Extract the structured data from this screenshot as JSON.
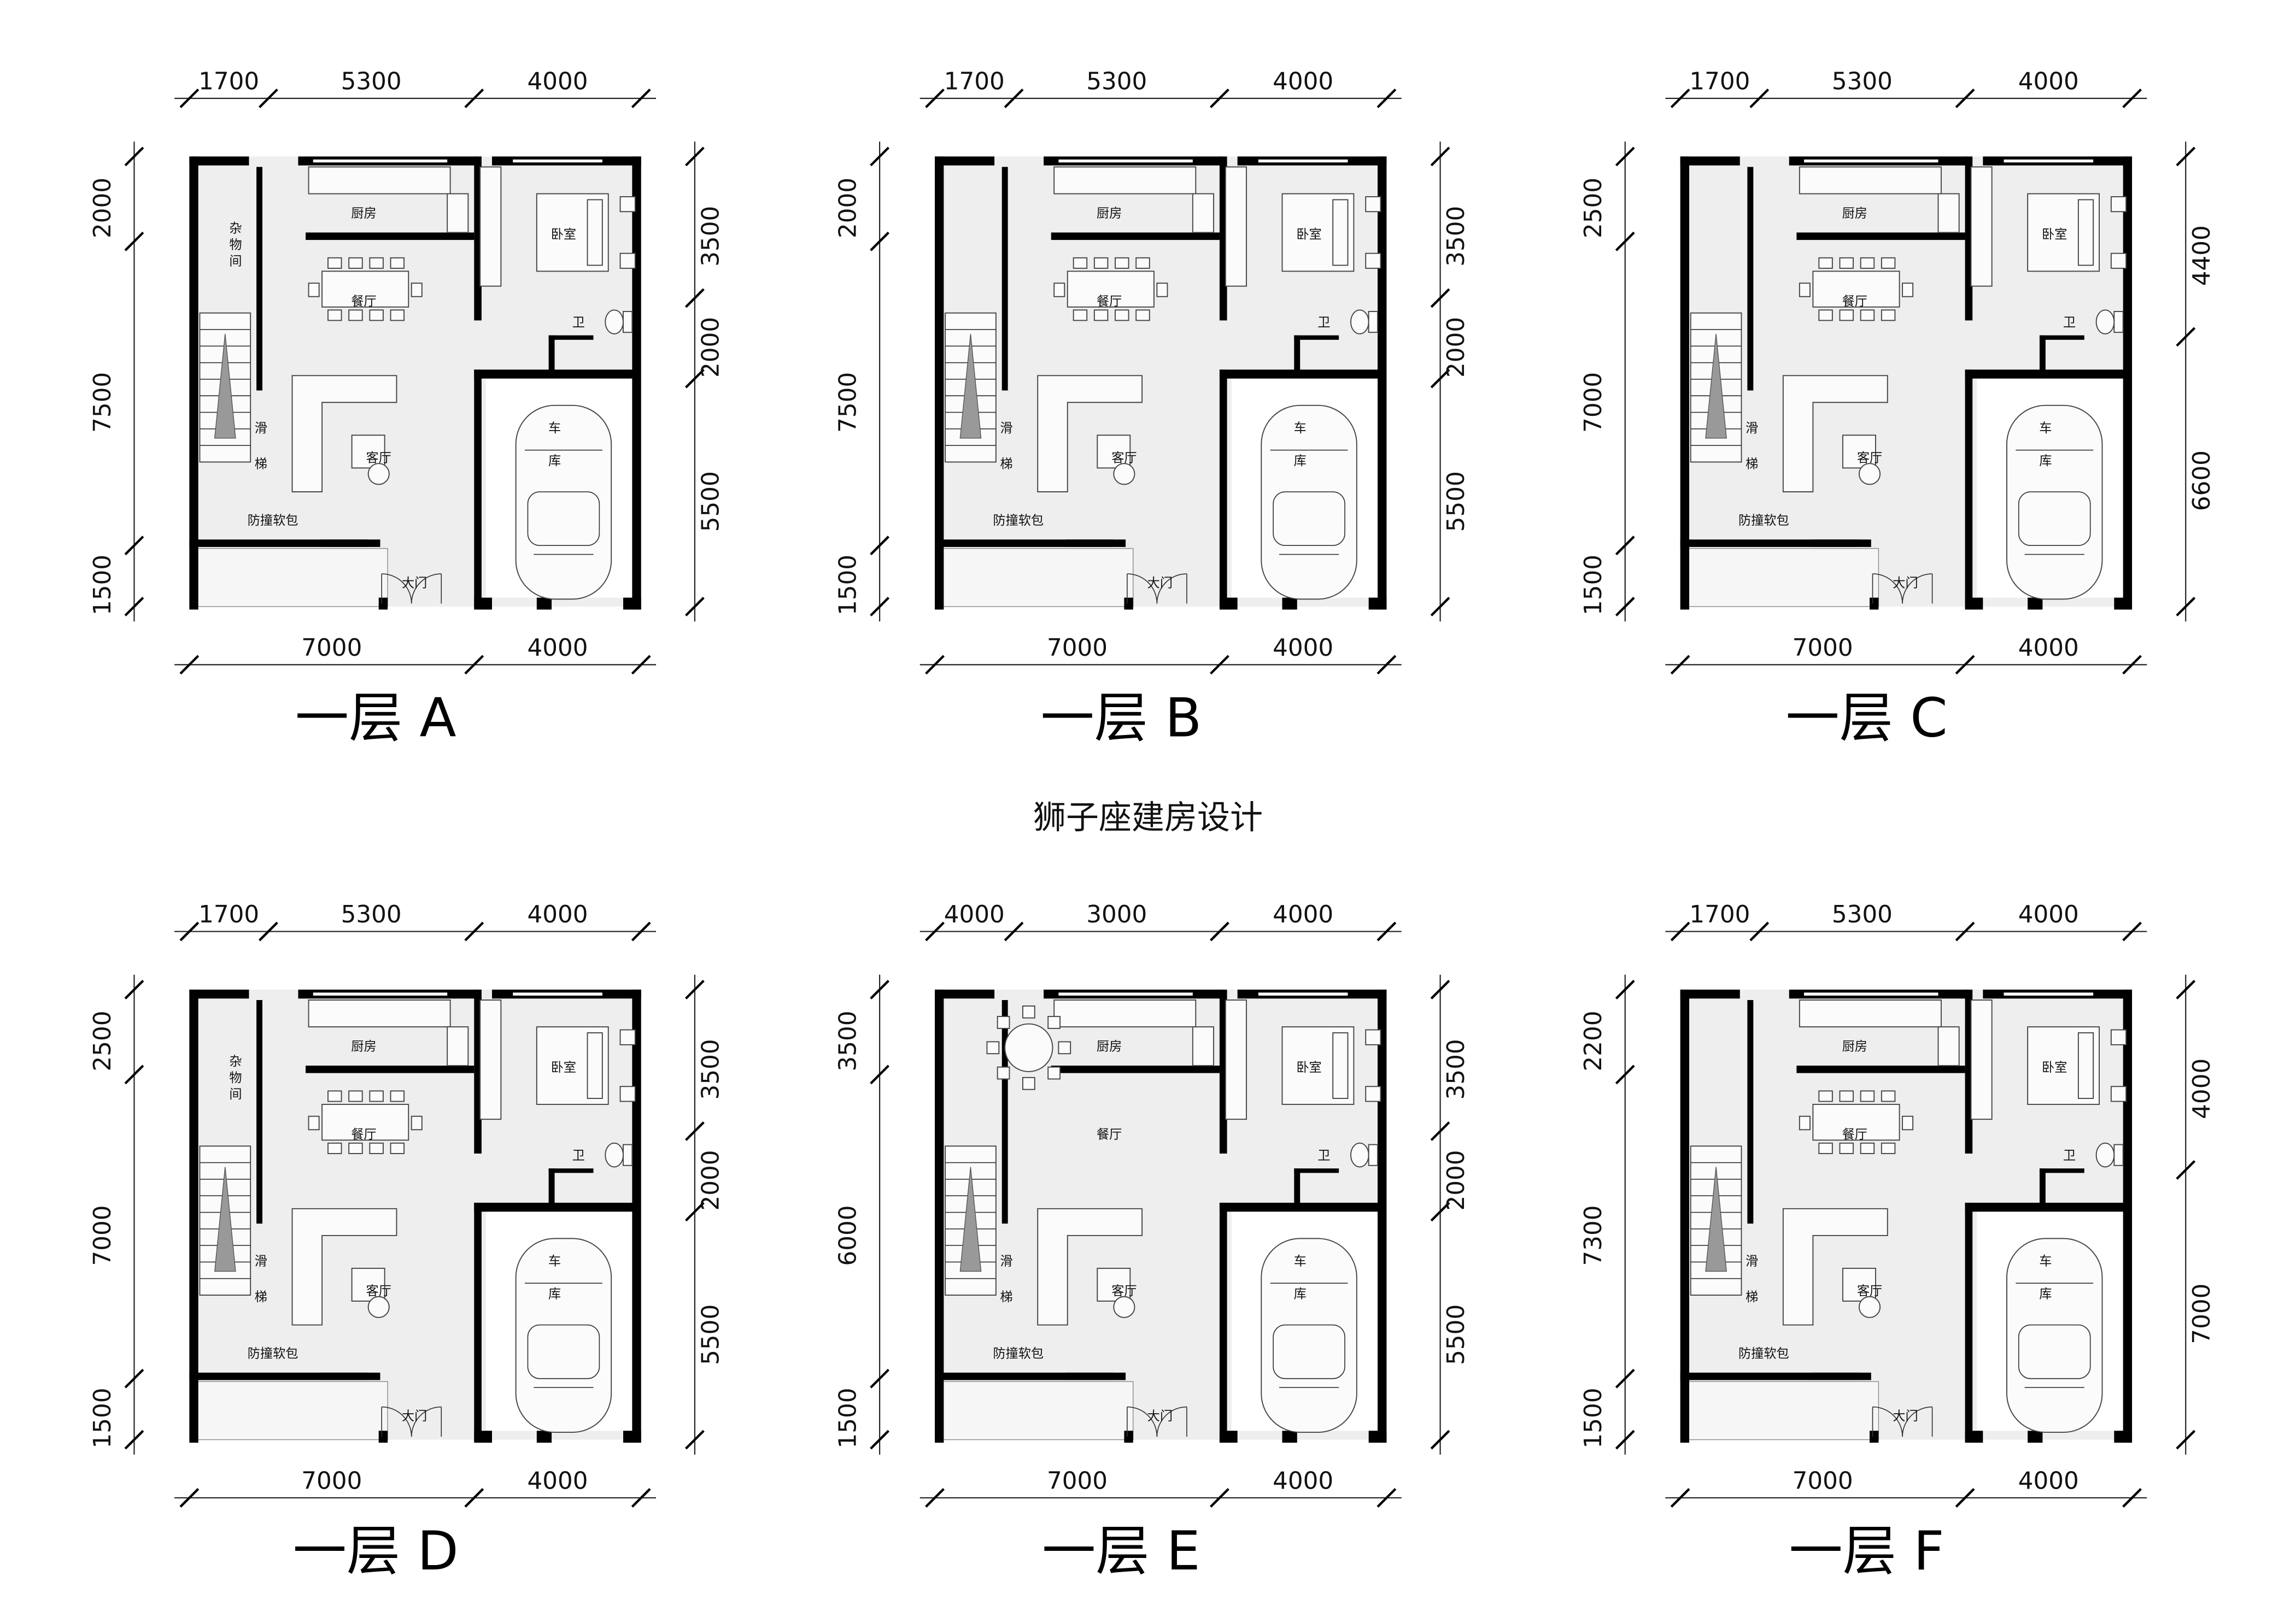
{
  "page_title": "狮子座建房设计",
  "plans": [
    {
      "id": "A",
      "title": "一层 A",
      "top_dims": [
        "1700",
        "5300",
        "4000"
      ],
      "bottom_dims": [
        "7000",
        "4000"
      ],
      "left_dims": [
        "2000",
        "7500",
        "1500"
      ],
      "right_dims": [
        "3500",
        "2000",
        "5500"
      ],
      "rooms": {
        "storage": "杂物间",
        "kitchen": "厨房",
        "bedroom": "卧室",
        "dining": "餐厅",
        "bath": "卫",
        "living": "客厅",
        "garage_top": "车",
        "garage_bottom": "库",
        "slide_top": "滑",
        "slide_bottom": "梯",
        "soft_wall": "防撞软包",
        "main_door": "大门"
      }
    },
    {
      "id": "B",
      "title": "一层 B",
      "top_dims": [
        "1700",
        "5300",
        "4000"
      ],
      "bottom_dims": [
        "7000",
        "4000"
      ],
      "left_dims": [
        "2000",
        "7500",
        "1500"
      ],
      "right_dims": [
        "3500",
        "2000",
        "5500"
      ],
      "rooms": {
        "storage": "",
        "kitchen": "厨房",
        "bedroom": "卧室",
        "dining": "餐厅",
        "bath": "卫",
        "living": "客厅",
        "garage_top": "车",
        "garage_bottom": "库",
        "slide_top": "滑",
        "slide_bottom": "梯",
        "soft_wall": "防撞软包",
        "main_door": "大门"
      }
    },
    {
      "id": "C",
      "title": "一层 C",
      "top_dims": [
        "1700",
        "5300",
        "4000"
      ],
      "bottom_dims": [
        "7000",
        "4000"
      ],
      "left_dims": [
        "2500",
        "7000",
        "1500"
      ],
      "right_dims": [
        "4400",
        "6600"
      ],
      "rooms": {
        "storage": "",
        "kitchen": "厨房",
        "bedroom": "卧室",
        "dining": "餐厅",
        "bath": "卫",
        "living": "客厅",
        "garage_top": "车",
        "garage_bottom": "库",
        "slide_top": "滑",
        "slide_bottom": "梯",
        "soft_wall": "防撞软包",
        "main_door": "大门"
      }
    },
    {
      "id": "D",
      "title": "一层 D",
      "top_dims": [
        "1700",
        "5300",
        "4000"
      ],
      "bottom_dims": [
        "7000",
        "4000"
      ],
      "left_dims": [
        "2500",
        "7000",
        "1500"
      ],
      "right_dims": [
        "3500",
        "2000",
        "5500"
      ],
      "rooms": {
        "storage": "杂物间",
        "kitchen": "厨房",
        "bedroom": "卧室",
        "dining": "餐厅",
        "bath": "卫",
        "living": "客厅",
        "garage_top": "车",
        "garage_bottom": "库",
        "slide_top": "滑",
        "slide_bottom": "梯",
        "soft_wall": "防撞软包",
        "main_door": "大门"
      }
    },
    {
      "id": "E",
      "title": "一层 E",
      "top_dims": [
        "4000",
        "3000",
        "4000"
      ],
      "bottom_dims": [
        "7000",
        "4000"
      ],
      "left_dims": [
        "3500",
        "6000",
        "1500"
      ],
      "right_dims": [
        "3500",
        "2000",
        "5500"
      ],
      "rooms": {
        "storage": "",
        "kitchen": "厨房",
        "bedroom": "卧室",
        "dining": "餐厅",
        "bath": "卫",
        "living": "客厅",
        "garage_top": "车",
        "garage_bottom": "库",
        "slide_top": "滑",
        "slide_bottom": "梯",
        "soft_wall": "防撞软包",
        "main_door": "大门"
      }
    },
    {
      "id": "F",
      "title": "一层 F",
      "top_dims": [
        "1700",
        "5300",
        "4000"
      ],
      "bottom_dims": [
        "7000",
        "4000"
      ],
      "left_dims": [
        "2200",
        "7300",
        "1500"
      ],
      "right_dims": [
        "4000",
        "7000"
      ],
      "rooms": {
        "storage": "",
        "kitchen": "厨房",
        "bedroom": "卧室",
        "dining": "餐厅",
        "bath": "卫",
        "living": "客厅",
        "garage_top": "车",
        "garage_bottom": "库",
        "slide_top": "滑",
        "slide_bottom": "梯",
        "soft_wall": "防撞软包",
        "main_door": "大门"
      }
    }
  ]
}
